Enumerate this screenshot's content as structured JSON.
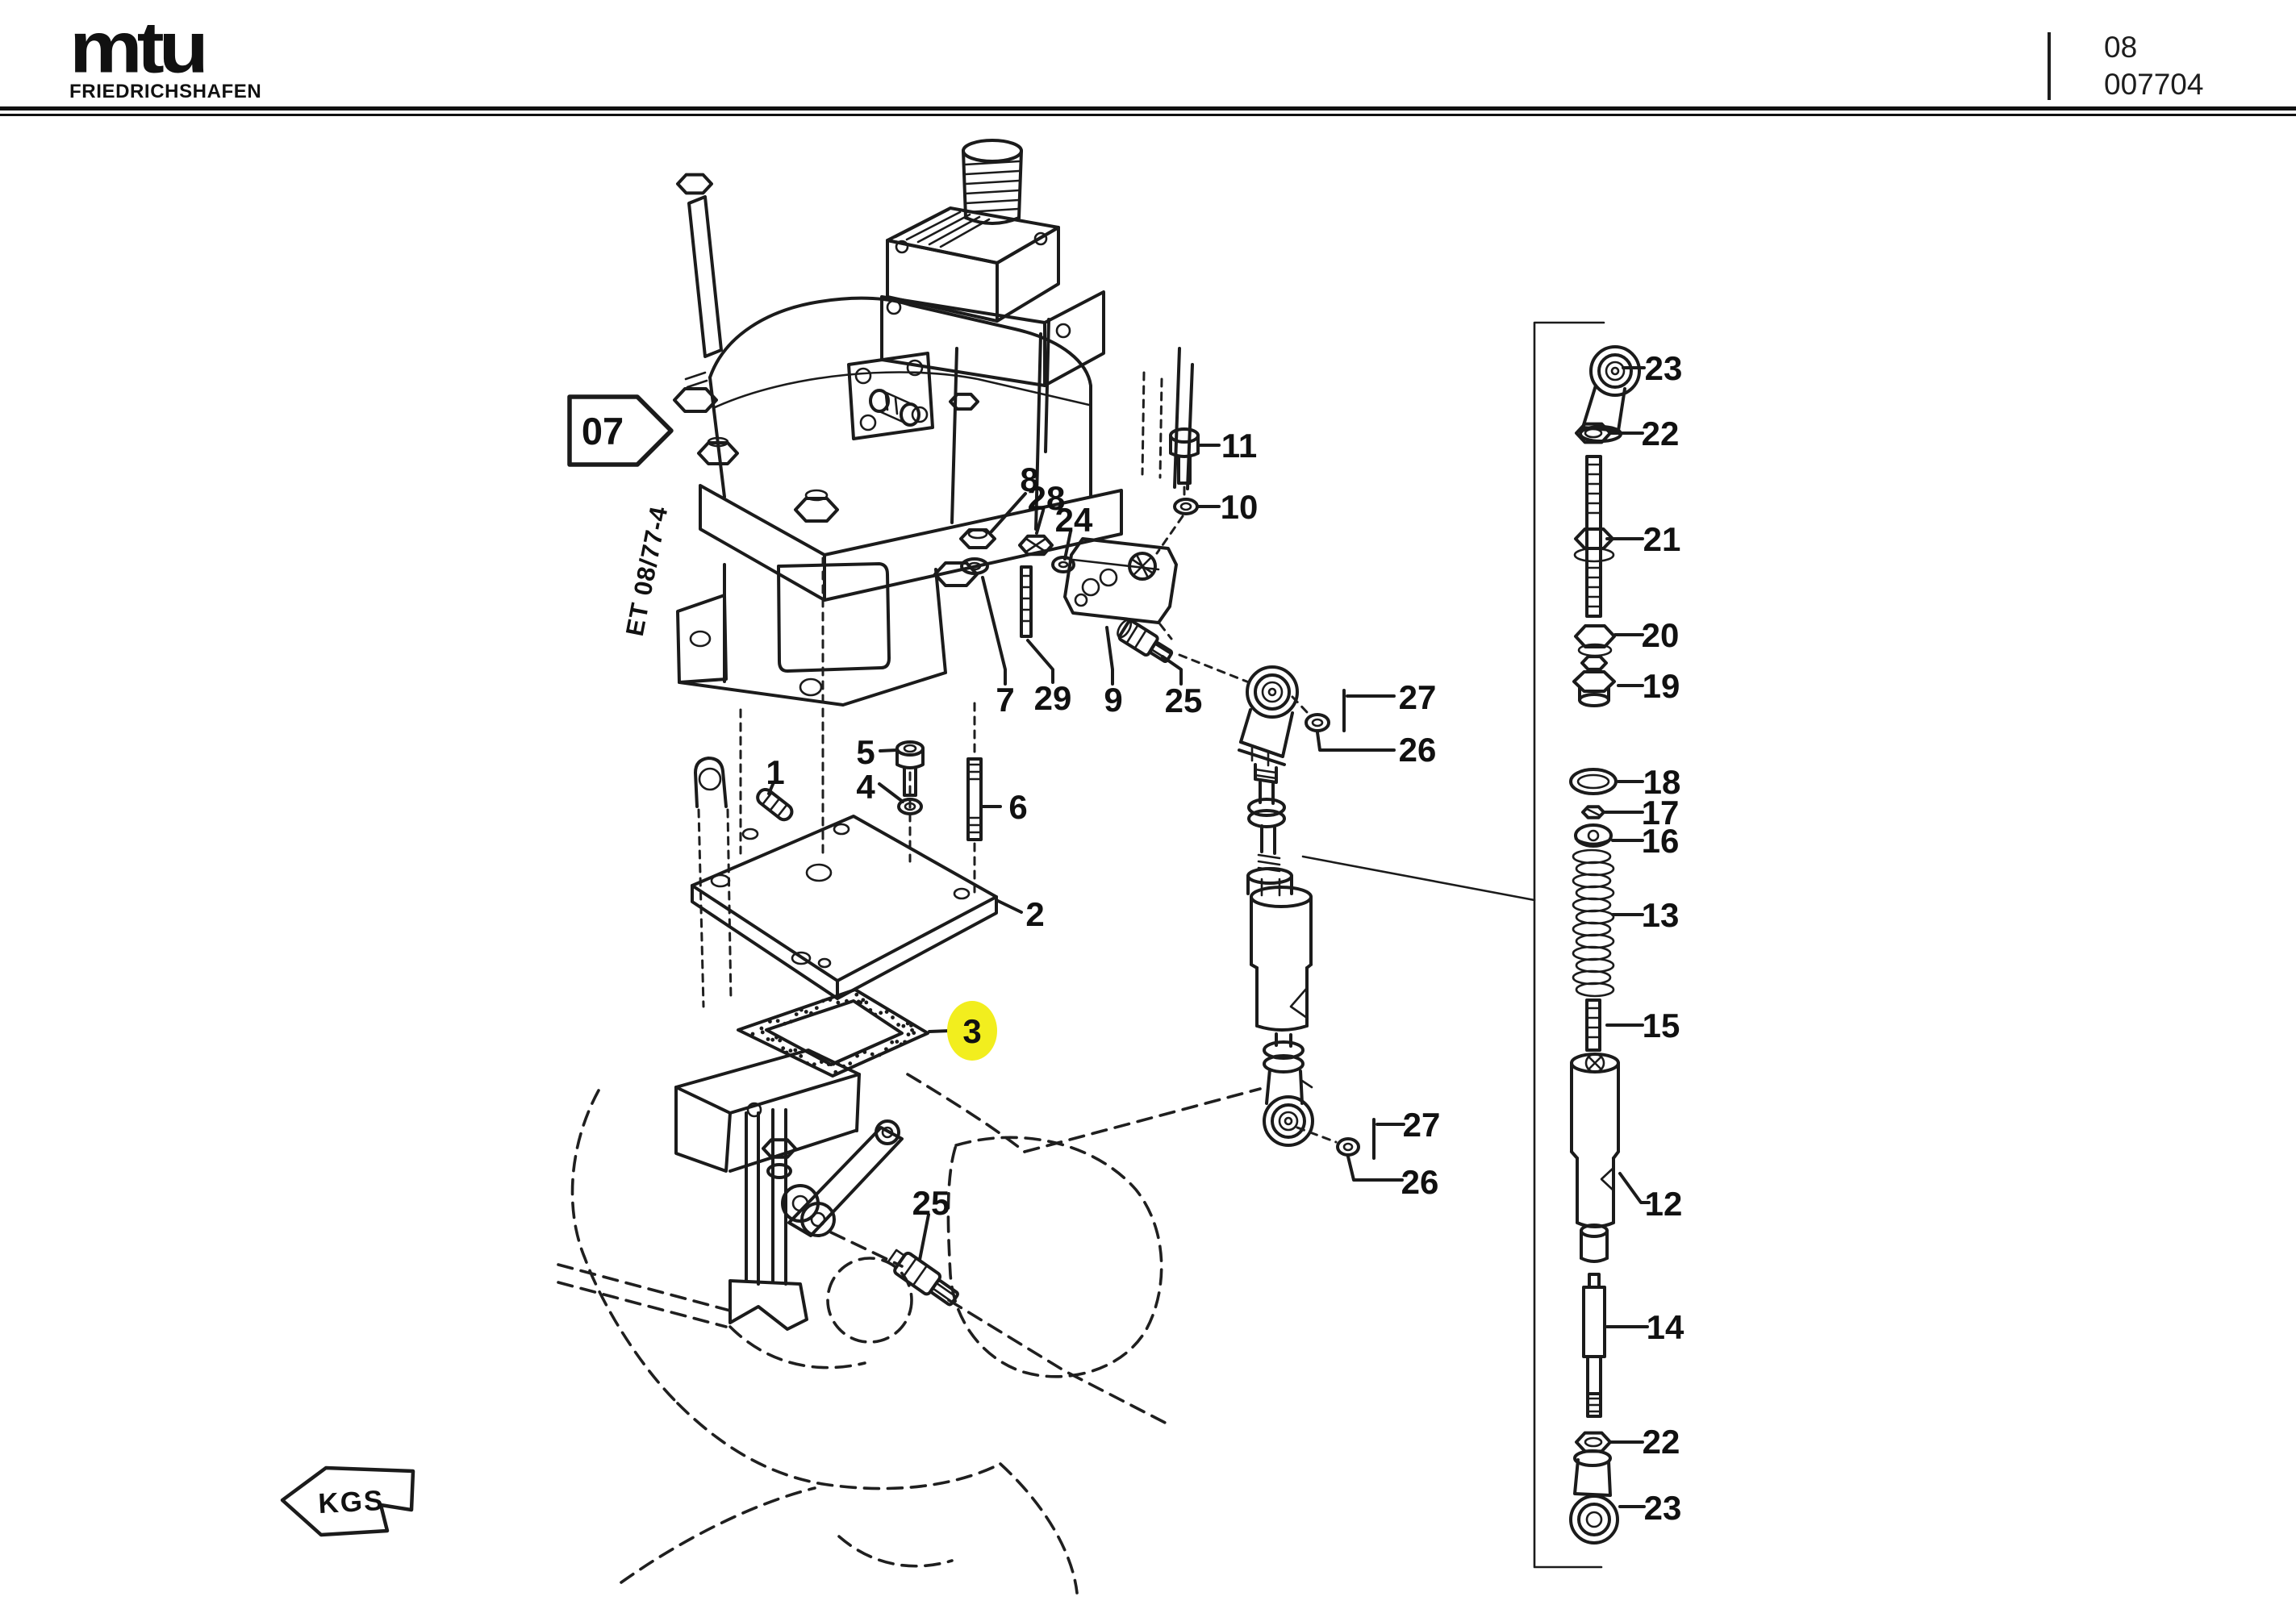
{
  "header": {
    "brand": "mtu",
    "brand_sub": "FRIEDRICHSHAFEN",
    "page_group": "08",
    "page_number": "007704"
  },
  "diagram": {
    "reference_arrow_label": "07",
    "edition_note": "ET 08/77-4",
    "kgs_tag": "KGS",
    "highlight_color": "#f2ee1e",
    "highlighted_callout_id": "c3",
    "callouts": [
      {
        "id": "c1",
        "label": "1"
      },
      {
        "id": "c2",
        "label": "2"
      },
      {
        "id": "c3",
        "label": "3"
      },
      {
        "id": "c4",
        "label": "4"
      },
      {
        "id": "c5",
        "label": "5"
      },
      {
        "id": "c6",
        "label": "6"
      },
      {
        "id": "c7",
        "label": "7"
      },
      {
        "id": "c8",
        "label": "8"
      },
      {
        "id": "c9",
        "label": "9"
      },
      {
        "id": "c10",
        "label": "10"
      },
      {
        "id": "c11",
        "label": "11"
      },
      {
        "id": "c24",
        "label": "24"
      },
      {
        "id": "c25a",
        "label": "25"
      },
      {
        "id": "c25b",
        "label": "25"
      },
      {
        "id": "c26a",
        "label": "26"
      },
      {
        "id": "c26b",
        "label": "26"
      },
      {
        "id": "c27a",
        "label": "27"
      },
      {
        "id": "c27b",
        "label": "27"
      },
      {
        "id": "c28",
        "label": "28"
      },
      {
        "id": "c29",
        "label": "29"
      },
      {
        "id": "c23a",
        "label": "23"
      },
      {
        "id": "c22a",
        "label": "22"
      },
      {
        "id": "c21",
        "label": "21"
      },
      {
        "id": "c20",
        "label": "20"
      },
      {
        "id": "c19",
        "label": "19"
      },
      {
        "id": "c18",
        "label": "18"
      },
      {
        "id": "c17",
        "label": "17"
      },
      {
        "id": "c16",
        "label": "16"
      },
      {
        "id": "c13",
        "label": "13"
      },
      {
        "id": "c15",
        "label": "15"
      },
      {
        "id": "c12",
        "label": "12"
      },
      {
        "id": "c14",
        "label": "14"
      },
      {
        "id": "c22b",
        "label": "22"
      },
      {
        "id": "c23b",
        "label": "23"
      }
    ]
  }
}
